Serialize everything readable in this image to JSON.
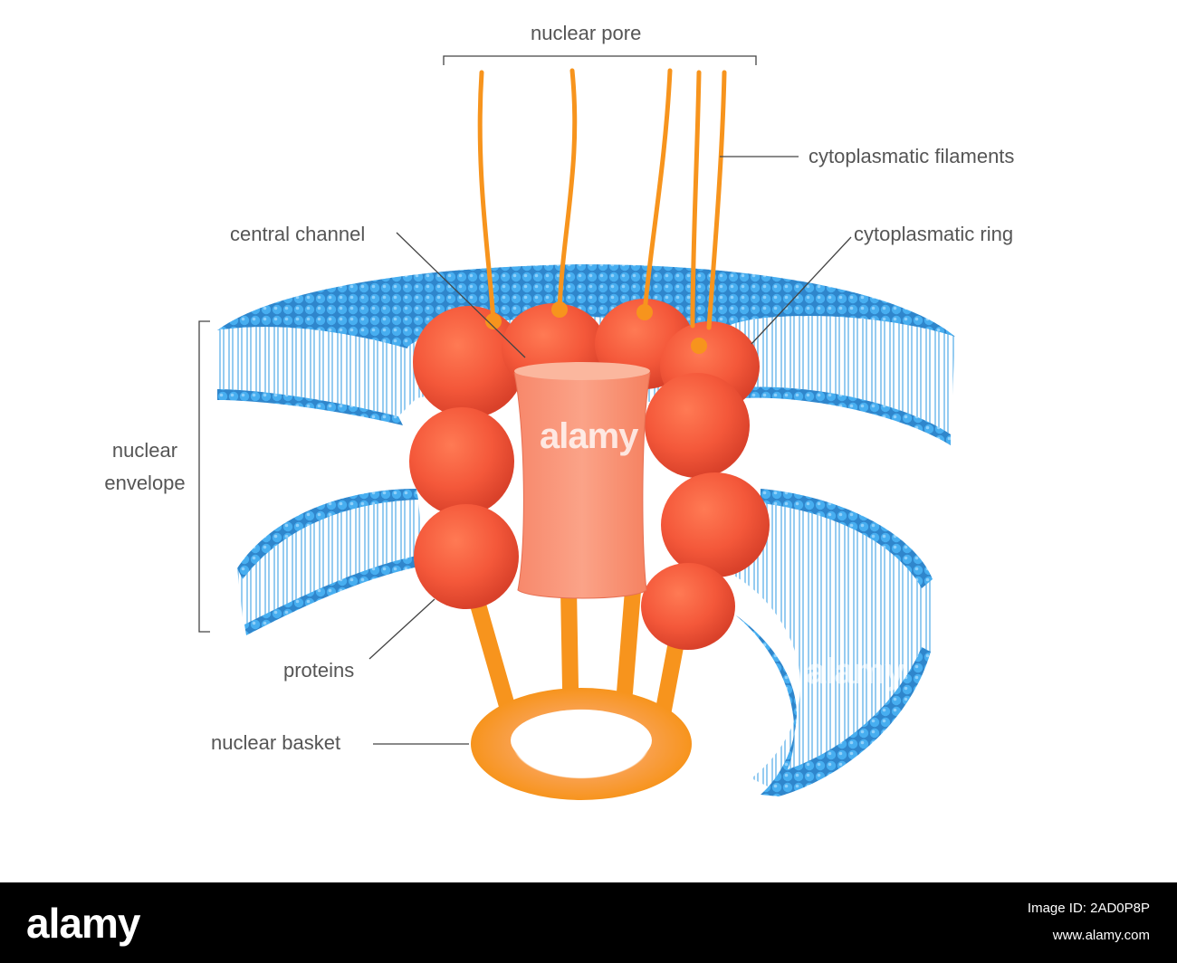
{
  "labels": {
    "nuclear_pore": "nuclear pore",
    "cytoplasmatic_filaments": "cytoplasmatic filaments",
    "central_channel": "central channel",
    "cytoplasmatic_ring": "cytoplasmatic ring",
    "nuclear_envelope": "nuclear envelope",
    "proteins": "proteins",
    "nuclear_basket": "nuclear basket"
  },
  "watermark": {
    "center": "alamy",
    "right": "alamy"
  },
  "footer": {
    "brand": "alamy",
    "image_id": "Image ID: 2AD0P8P",
    "site": "www.alamy.com"
  },
  "colors": {
    "membrane": "#3aa0e8",
    "protein": "#f4593a",
    "filament": "#f7941d",
    "channel": "#f88a6c",
    "label_text": "#555555"
  }
}
